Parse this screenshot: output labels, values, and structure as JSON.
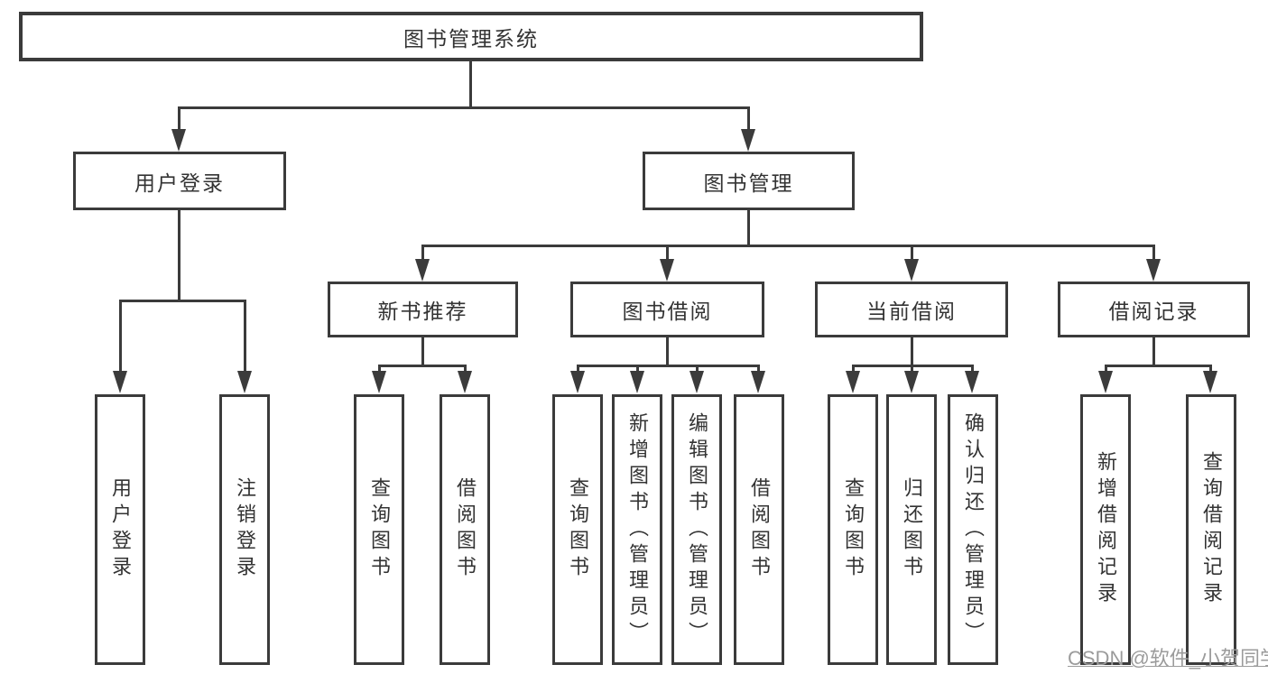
{
  "colors": {
    "line": "#3b3b3b",
    "text": "#333333",
    "watermark_gray": "#9b9b9b",
    "background": "#ffffff"
  },
  "nodes": {
    "root": {
      "label": "图书管理系统"
    },
    "user_login": {
      "label": "用户登录"
    },
    "book_management": {
      "label": "图书管理"
    },
    "new_book_recommend": {
      "label": "新书推荐"
    },
    "book_borrow": {
      "label": "图书借阅"
    },
    "current_borrow": {
      "label": "当前借阅"
    },
    "borrow_records": {
      "label": "借阅记录"
    },
    "leaves": [
      {
        "group": "用户登录",
        "label": "用户登录"
      },
      {
        "group": "用户登录",
        "label": "注销登录"
      },
      {
        "group": "新书推荐",
        "label": "查询图书"
      },
      {
        "group": "新书推荐",
        "label": "借阅图书"
      },
      {
        "group": "图书借阅",
        "label": "查询图书"
      },
      {
        "group": "图书借阅",
        "label": "新增图书（管理员）"
      },
      {
        "group": "图书借阅",
        "label": "编辑图书（管理员）"
      },
      {
        "group": "图书借阅",
        "label": "借阅图书"
      },
      {
        "group": "当前借阅",
        "label": "查询图书"
      },
      {
        "group": "当前借阅",
        "label": "归还图书"
      },
      {
        "group": "当前借阅",
        "label": "确认归还（管理员）"
      },
      {
        "group": "借阅记录",
        "label": "新增借阅记录"
      },
      {
        "group": "借阅记录",
        "label": "查询借阅记录"
      }
    ]
  },
  "watermark": {
    "text": "CSDN @软件_小贺同学"
  }
}
